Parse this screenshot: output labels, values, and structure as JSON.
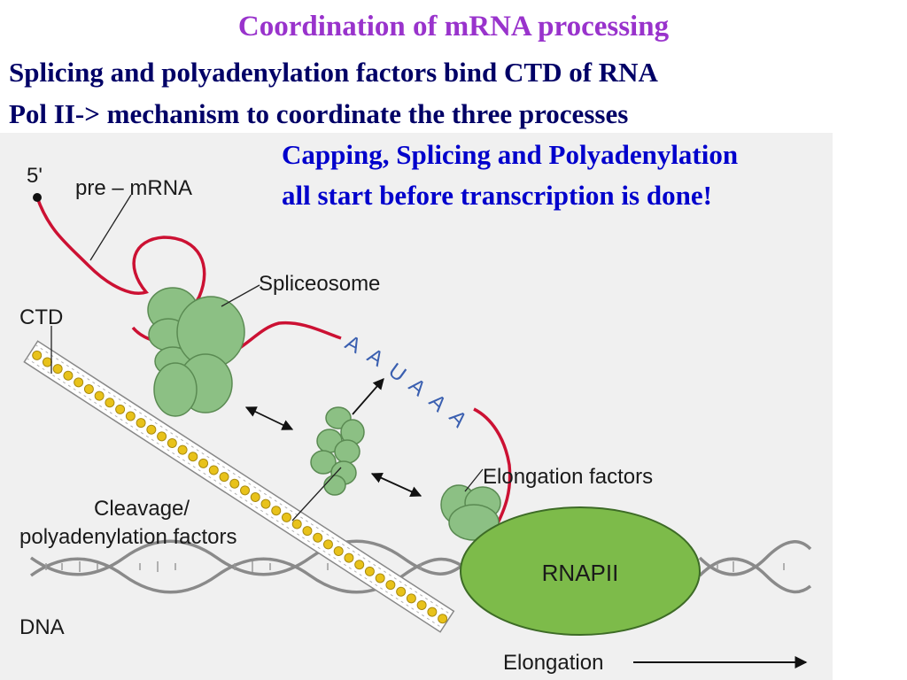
{
  "title": "Coordination of mRNA processing",
  "subtitle": {
    "line1": "Splicing and polyadenylation factors bind CTD of RNA",
    "line2": "Pol II-> mechanism to coordinate the three processes"
  },
  "note": {
    "line1": "Capping, Splicing and Polyadenylation",
    "line2": "all start before transcription is done!"
  },
  "diagram": {
    "five_prime": "5'",
    "pre_mrna": "pre – mRNA",
    "spliceosome": "Spliceosome",
    "ctd": "CTD",
    "poly_signal": [
      "A",
      "A",
      "U",
      "A",
      "A",
      "A"
    ],
    "elongation_factors": "Elongation factors",
    "cleavage_line1": "Cleavage/",
    "cleavage_line2": "polyadenylation factors",
    "rnapii": "RNAPII",
    "dna": "DNA",
    "elongation": "Elongation"
  },
  "colors": {
    "title": "#9933cc",
    "subtitle": "#000066",
    "note": "#0000cc",
    "rna": "#cc1133",
    "protein": "#8cc084",
    "ctd_bead": "#e8c21a",
    "poly_signal": "#3a5fb0"
  }
}
